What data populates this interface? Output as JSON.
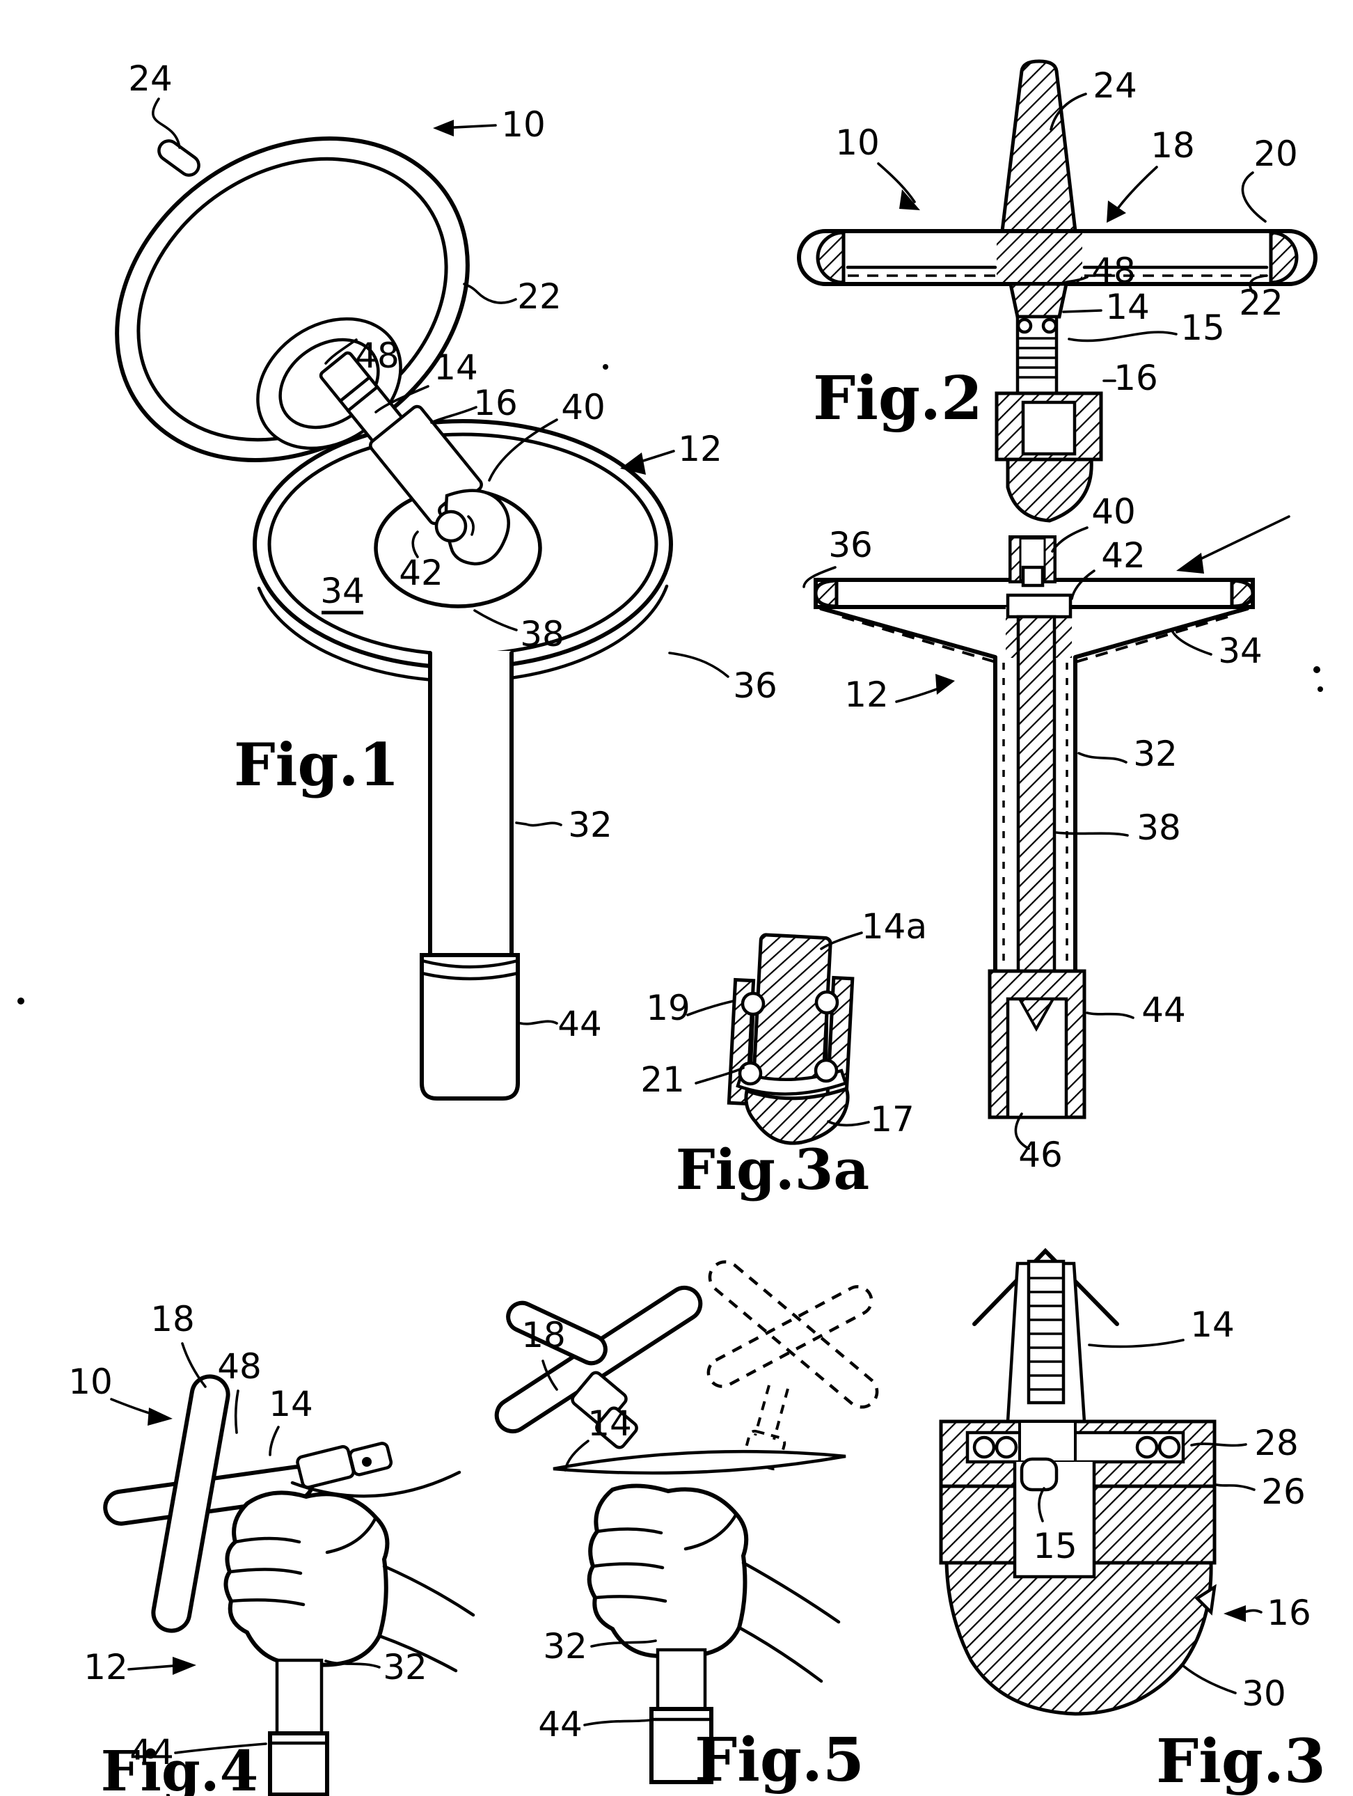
{
  "page": {
    "background": "#ffffff",
    "ink": "#000000",
    "type": "patent-line-drawing"
  },
  "figures": {
    "fig1": {
      "caption": "Fig.1",
      "labels": {
        "n24": "24",
        "n10": "10",
        "n22": "22",
        "n48": "48",
        "n14": "14",
        "n16": "16",
        "n40": "40",
        "n12": "12",
        "n38": "38",
        "n42": "42",
        "n34": "34",
        "n36": "36",
        "n32": "32",
        "n44": "44"
      }
    },
    "fig2": {
      "caption": "Fig.2",
      "labels": {
        "n24": "24",
        "n10": "10",
        "n18": "18",
        "n20": "20",
        "n22": "22",
        "n48": "48",
        "n14": "14",
        "n15": "15",
        "n16": "16"
      }
    },
    "fig2section": {
      "labels": {
        "n36": "36",
        "n40": "40",
        "n42": "42",
        "n34": "34",
        "n12": "12",
        "n32": "32",
        "n38": "38",
        "n44": "44",
        "n46": "46"
      }
    },
    "fig3a": {
      "caption": "Fig.3a",
      "labels": {
        "n14a": "14a",
        "n19": "19",
        "n21": "21",
        "n17": "17"
      }
    },
    "fig3": {
      "caption": "Fig.3",
      "labels": {
        "n14": "14",
        "n28": "28",
        "n26": "26",
        "n15": "15",
        "n16": "16",
        "n30": "30"
      }
    },
    "fig4": {
      "caption": "Fig.4",
      "labels": {
        "n18": "18",
        "n10": "10",
        "n48": "48",
        "n14": "14",
        "n12": "12",
        "n32": "32",
        "n44": "44"
      }
    },
    "fig5": {
      "caption": "Fig.5",
      "labels": {
        "n18": "18",
        "n14": "14",
        "n32": "32",
        "n44": "44"
      }
    }
  }
}
